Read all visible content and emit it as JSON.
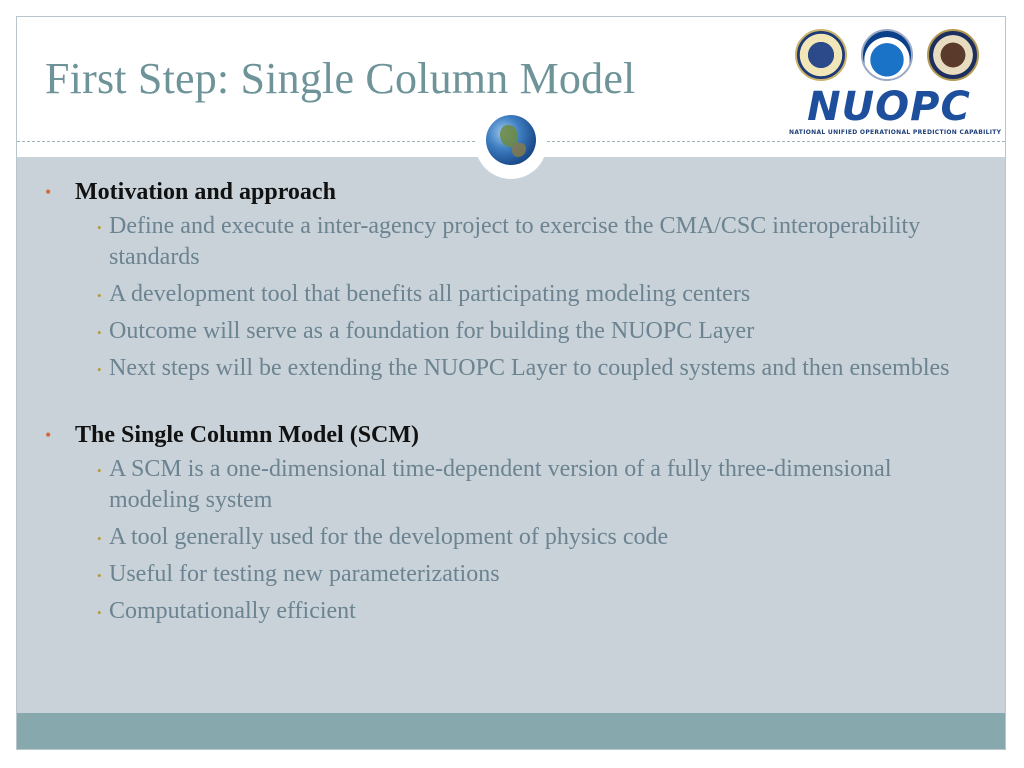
{
  "slide": {
    "title": "First Step:  Single Column Model",
    "logo": {
      "word": "NUOPC",
      "subtitle": "NATIONAL UNIFIED OPERATIONAL PREDICTION CAPABILITY",
      "seals": [
        "air-force-seal-icon",
        "noaa-seal-icon",
        "navy-seal-icon"
      ]
    },
    "sections": [
      {
        "heading": "Motivation and approach",
        "items": [
          "Define and execute a inter-agency project to exercise the CMA/CSC interoperability standards",
          "A development tool that benefits all participating modeling centers",
          "Outcome will serve as a foundation for building the NUOPC Layer",
          "Next steps will be extending the NUOPC Layer to coupled systems and then ensembles"
        ]
      },
      {
        "heading": "The Single Column Model (SCM)",
        "items": [
          "A SCM is a one-dimensional time-dependent version of a fully three-dimensional modeling system",
          "A tool generally used for the development of physics code",
          "Useful for testing new parameterizations",
          "Computationally efficient"
        ]
      }
    ],
    "colors": {
      "title": "#6e9398",
      "body_background": "#c8d2d8",
      "footer_bar": "#87a8ad",
      "heading_text": "#111111",
      "item_text": "#6c8391",
      "bullet_l1": "#d46a3c",
      "bullet_l2": "#b89a3a",
      "logo_word": "#1e4f9c"
    }
  }
}
